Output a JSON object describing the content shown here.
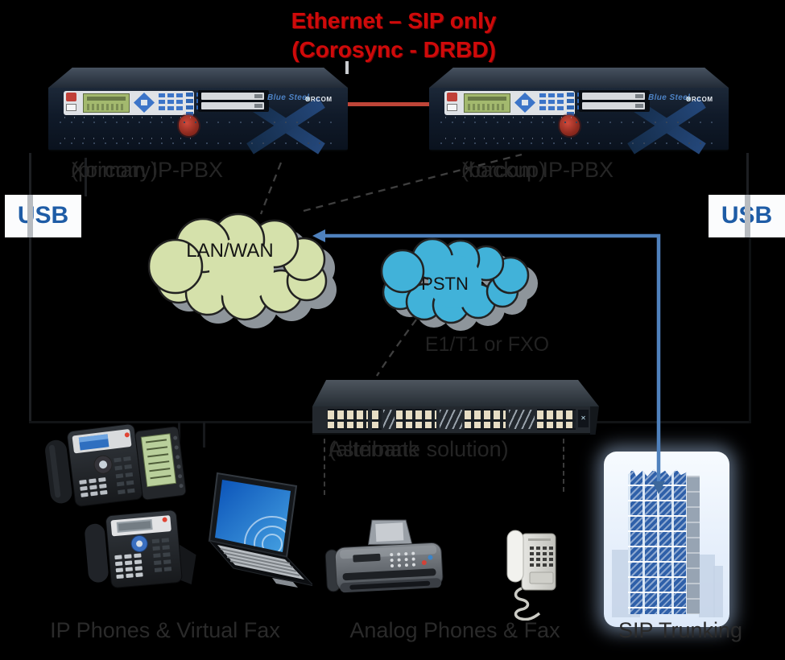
{
  "title": {
    "line1": "Ethernet – SIP only",
    "line2": "(Corosync - DRBD)"
  },
  "pbx_primary": {
    "name_line1": "Xorcom IP-PBX",
    "name_line2": "(primary)",
    "brand": "Blue Steel",
    "logo_x": "✕",
    "logo_text": "ORCOM"
  },
  "pbx_backup": {
    "name_line1": "Xorcom IP-PBX",
    "name_line2": "(backup)",
    "brand": "Blue Steel",
    "logo_x": "✕",
    "logo_text": "ORCOM"
  },
  "usb_left": {
    "label": "USB"
  },
  "usb_right": {
    "label": "USB"
  },
  "clouds": {
    "lanwan": {
      "label": "LAN/WAN"
    },
    "pstn": {
      "label": "PSTN"
    }
  },
  "middle": {
    "trunk_label": "E1/T1 or FXO"
  },
  "astribank": {
    "name_line1": "Astribank",
    "name_line2": "(alternate solution)",
    "logo_x": "✕"
  },
  "endpoints": {
    "ip_phones": {
      "label": "IP Phones & Virtual Fax"
    },
    "analog": {
      "label": "Analog Phones & Fax"
    },
    "sip": {
      "label": "SIP Trunking"
    }
  },
  "colors": {
    "background": "#000000",
    "title_red": "#cf0a0a",
    "link_red": "#bf4538",
    "arrow_blue": "#4f81bd",
    "usb_blue": "#1e5ca6",
    "lanwan_fill": "#d5e1ab",
    "pstn_fill": "#41b2d9",
    "cloud_shadow": "#8e959b",
    "label_dark": "#2a2a2a"
  }
}
